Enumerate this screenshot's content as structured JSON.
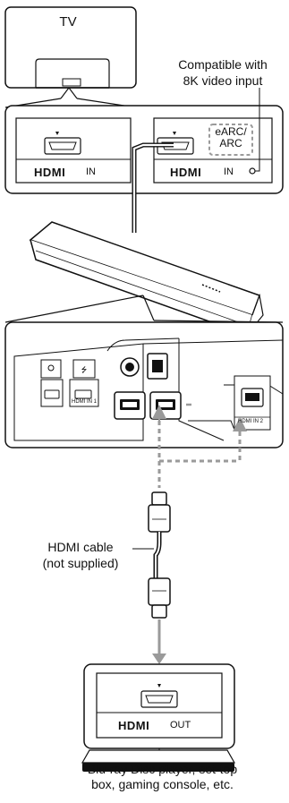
{
  "tv": {
    "label": "TV",
    "compat_note": "Compatible with\n8K video input",
    "port_left": {
      "logo": "HDMI",
      "word": "IN"
    },
    "port_right": {
      "logo": "HDMI",
      "word": "IN",
      "badge": "eARC/\nARC"
    }
  },
  "soundbar": {
    "port_labels": [
      "HDMI IN 1",
      "HDMI IN 2"
    ]
  },
  "cable": {
    "label": "HDMI cable\n(not supplied)"
  },
  "player": {
    "port": {
      "logo": "HDMI",
      "word": "OUT"
    },
    "label": "Blu-ray Disc player, set-top\nbox, gaming console, etc."
  },
  "colors": {
    "line": "#111111",
    "dashed_connection": "#9a9a9a",
    "panel_fill": "#ffffff",
    "cable_fill": "#ffffff"
  },
  "icons": [
    "tv-icon",
    "soundbar-icon",
    "hdmi-port-icon",
    "hdmi-connector-icon",
    "usb-icon",
    "player-icon",
    "arrow-down-icon"
  ]
}
